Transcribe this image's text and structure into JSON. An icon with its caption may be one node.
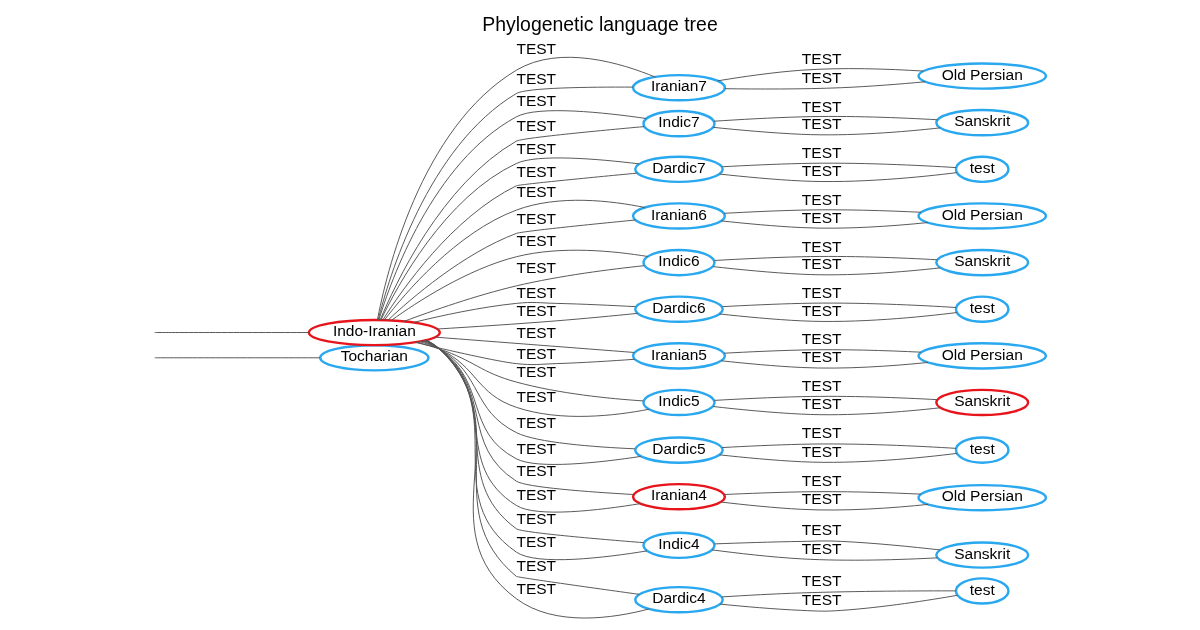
{
  "diagram": {
    "title": "Phylogenetic language tree",
    "nodes": [
      {
        "text": [
          "Tocharian"
        ]
      },
      {
        "text": [
          "Indo-Iranian"
        ]
      },
      {
        "text": [
          "Iranian7"
        ]
      },
      {
        "text": [
          "Indic7"
        ]
      },
      {
        "text": [
          "Dardic7"
        ]
      },
      {
        "text": [
          "Iranian6"
        ]
      },
      {
        "text": [
          "Indic6"
        ]
      },
      {
        "text": [
          "Dardic6"
        ]
      },
      {
        "text": [
          "Iranian5"
        ]
      },
      {
        "text": [
          "Indic5"
        ]
      },
      {
        "text": [
          "Dardic5"
        ]
      },
      {
        "text": [
          "Iranian4"
        ]
      },
      {
        "text": [
          "Indic4"
        ]
      },
      {
        "text": [
          "Dardic4"
        ]
      },
      {
        "text": [
          "Old Persian"
        ]
      },
      {
        "text": [
          "Sanskrit"
        ]
      },
      {
        "text": [
          "test"
        ]
      },
      {
        "text": [
          "Old Persian"
        ]
      },
      {
        "text": [
          "Sanskrit"
        ]
      },
      {
        "text": [
          "test"
        ]
      },
      {
        "text": [
          "Old Persian"
        ]
      },
      {
        "text": [
          "Sanskrit"
        ]
      },
      {
        "text": [
          "test"
        ]
      },
      {
        "text": [
          "Old Persian"
        ]
      },
      {
        "text": [
          "Sanskrit"
        ]
      },
      {
        "text": [
          "test"
        ]
      }
    ],
    "edges": [
      {
        "from": null,
        "to": 0,
        "arrow": "none"
      },
      {
        "from": null,
        "to": 1,
        "arrow": "none"
      },
      {
        "from": 1,
        "to": 2,
        "arrow": "none",
        "label": "TEST"
      },
      {
        "from": 2,
        "to": 1,
        "arrow": "none",
        "label": "TEST"
      },
      {
        "from": 1,
        "to": 3,
        "arrow": "none",
        "label": "TEST"
      },
      {
        "from": 3,
        "to": 1,
        "arrow": "none",
        "label": "TEST"
      },
      {
        "from": 1,
        "to": 4,
        "arrow": "none",
        "label": "TEST"
      },
      {
        "from": 4,
        "to": 1,
        "arrow": "none",
        "label": "TEST"
      },
      {
        "from": 1,
        "to": 5,
        "arrow": "none",
        "label": "TEST"
      },
      {
        "from": 5,
        "to": 1,
        "arrow": "none",
        "label": "TEST"
      },
      {
        "from": 1,
        "to": 6,
        "arrow": "none",
        "label": "TEST"
      },
      {
        "from": 6,
        "to": 1,
        "arrow": "none",
        "label": "TEST"
      },
      {
        "from": 1,
        "to": 7,
        "arrow": "none",
        "label": "TEST"
      },
      {
        "from": 7,
        "to": 1,
        "arrow": "none",
        "label": "TEST"
      },
      {
        "from": 1,
        "to": 8,
        "arrow": "none",
        "label": "TEST"
      },
      {
        "from": 8,
        "to": 1,
        "arrow": "none",
        "label": "TEST"
      },
      {
        "from": 1,
        "to": 9,
        "arrow": "none",
        "label": "TEST"
      },
      {
        "from": 9,
        "to": 1,
        "arrow": "none",
        "label": "TEST"
      },
      {
        "from": 1,
        "to": 10,
        "arrow": "none",
        "label": "TEST"
      },
      {
        "from": 10,
        "to": 1,
        "arrow": "none",
        "label": "TEST"
      },
      {
        "from": 1,
        "to": 11,
        "arrow": "none",
        "label": "TEST"
      },
      {
        "from": 11,
        "to": 1,
        "arrow": "none",
        "label": "TEST"
      },
      {
        "from": 1,
        "to": 12,
        "arrow": "none",
        "label": "TEST"
      },
      {
        "from": 12,
        "to": 1,
        "arrow": "none",
        "label": "TEST"
      },
      {
        "from": 1,
        "to": 13,
        "arrow": "none",
        "label": "TEST"
      },
      {
        "from": 13,
        "to": 1,
        "arrow": "none",
        "label": "TEST"
      },
      {
        "from": 2,
        "to": 14,
        "arrow": "none",
        "label": "TEST"
      },
      {
        "from": 14,
        "to": 2,
        "arrow": "none",
        "label": "TEST"
      },
      {
        "from": 3,
        "to": 15,
        "arrow": "none",
        "label": "TEST"
      },
      {
        "from": 15,
        "to": 3,
        "arrow": "none",
        "label": "TEST"
      },
      {
        "from": 4,
        "to": 16,
        "arrow": "none",
        "label": "TEST"
      },
      {
        "from": 16,
        "to": 4,
        "arrow": "none",
        "label": "TEST"
      },
      {
        "from": 5,
        "to": 17,
        "arrow": "none",
        "label": "TEST"
      },
      {
        "from": 17,
        "to": 5,
        "arrow": "none",
        "label": "TEST"
      },
      {
        "from": 6,
        "to": 18,
        "arrow": "none",
        "label": "TEST"
      },
      {
        "from": 18,
        "to": 6,
        "arrow": "none",
        "label": "TEST"
      },
      {
        "from": 7,
        "to": 19,
        "arrow": "none",
        "label": "TEST"
      },
      {
        "from": 19,
        "to": 7,
        "arrow": "none",
        "label": "TEST"
      },
      {
        "from": 8,
        "to": 20,
        "arrow": "none",
        "label": "TEST"
      },
      {
        "from": 20,
        "to": 8,
        "arrow": "none",
        "label": "TEST"
      },
      {
        "from": 9,
        "to": 21,
        "arrow": "none",
        "label": "TEST"
      },
      {
        "from": 21,
        "to": 9,
        "arrow": "none",
        "label": "TEST"
      },
      {
        "from": 10,
        "to": 22,
        "arrow": "none",
        "label": "TEST"
      },
      {
        "from": 22,
        "to": 10,
        "arrow": "none",
        "label": "TEST"
      },
      {
        "from": 11,
        "to": 23,
        "arrow": "none",
        "label": "TEST"
      },
      {
        "from": 23,
        "to": 11,
        "arrow": "none",
        "label": "TEST"
      },
      {
        "from": 12,
        "to": 24,
        "arrow": "none",
        "label": "TEST"
      },
      {
        "from": 24,
        "to": 12,
        "arrow": "none",
        "label": "TEST"
      },
      {
        "from": 13,
        "to": 25,
        "arrow": "none",
        "label": "TEST"
      },
      {
        "from": 25,
        "to": 13,
        "arrow": "none",
        "label": "TEST"
      }
    ]
  }
}
